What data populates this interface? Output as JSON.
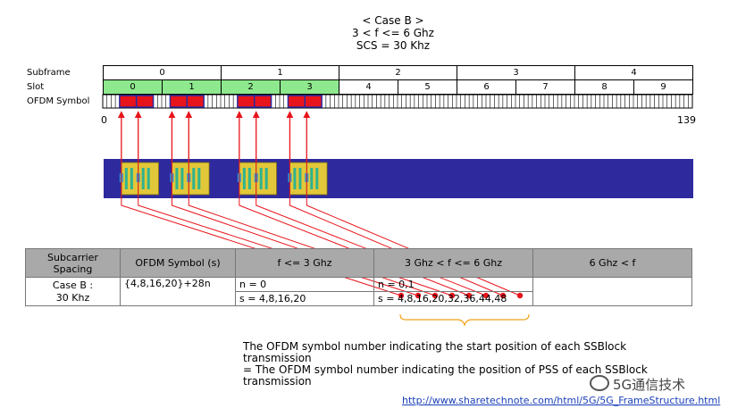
{
  "title": {
    "line1": "< Case B >",
    "line2": "3 < f <= 6 Ghz",
    "line3": "SCS = 30 Khz"
  },
  "row_labels": {
    "subframe": "Subframe",
    "slot": "Slot",
    "symbol": "OFDM Symbol"
  },
  "subframes": [
    "0",
    "1",
    "2",
    "3",
    "4"
  ],
  "slots": [
    "0",
    "1",
    "2",
    "3",
    "4",
    "5",
    "6",
    "7",
    "8",
    "9"
  ],
  "highlighted_slots": [
    0,
    1,
    2,
    3
  ],
  "symbol_range": {
    "start": "0",
    "end": "139"
  },
  "ssb_start_symbols": [
    4,
    8,
    16,
    20,
    32,
    36,
    44,
    48
  ],
  "colors": {
    "slot_highlight": "#8ee98e",
    "band": "#2e2a9e",
    "ssb_block": "#e2c73a",
    "marker": "#e8141b",
    "table_header": "#a9a9a9"
  },
  "table": {
    "headers": [
      "Subcarrier Spacing",
      "OFDM Symbol (s)",
      "f <= 3 Ghz",
      "3 Ghz < f <= 6 Ghz",
      "6 Ghz < f"
    ],
    "scs": "Case B :\n30 Khz",
    "symbols": "{4,8,16,20}+28n",
    "low_n": "n = 0",
    "low_s": "s = 4,8,16,20",
    "mid_n": "n = 0,1",
    "mid_s": "s = 4,8,16,20,32,36,44,48"
  },
  "note": {
    "line1": "The OFDM symbol number indicating the start position of each SSBlock transmission",
    "line2": "= The OFDM symbol number indicating the position of PSS of each SSBlock transmission"
  },
  "link": "http://www.sharetechnote.com/html/5G/5G_FrameStructure.html",
  "watermark": "5G通信技术"
}
